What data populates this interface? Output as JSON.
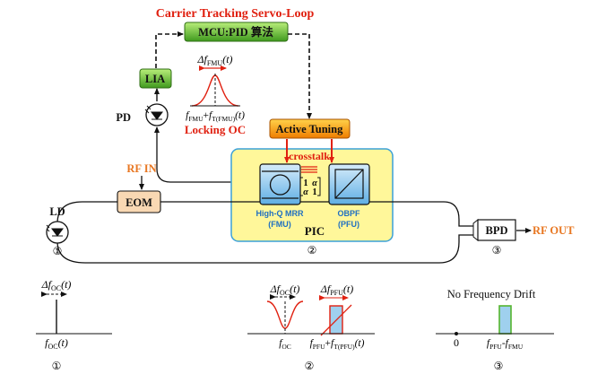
{
  "title": "Carrier Tracking Servo-Loop",
  "blocks": {
    "mcu": "MCU:PID 算法",
    "lia": "LIA",
    "pd": "PD",
    "active_tuning": "Active Tuning",
    "eom": "EOM",
    "ld": "LD",
    "bpd": "BPD",
    "pic": "PIC",
    "mrr_line1": "High-Q MRR",
    "mrr_line2": "(FMU)",
    "obpf_line1": "OBPF",
    "obpf_line2": "(PFU)"
  },
  "labels": {
    "rf_in": "RF IN",
    "rf_out": "RF OUT",
    "crosstalk": "crosstalk",
    "matrix": [
      "1",
      "α",
      "α",
      "1"
    ],
    "locking_oc": "Locking OC",
    "delta_fmu": "Δf_FMU(t)",
    "fmu_axis": "f_FMU + f_T(FMU)(t)",
    "delta_foc_1": "Δf_OC(t)",
    "foc_axis_1": "f_OC(t)",
    "delta_foc_2": "Δf_OC(t)",
    "delta_fpfu": "Δf_PFU(t)",
    "foc_axis_2": "f_OC",
    "fpfu_axis": "f_PFU + f_T(PFU)(t)",
    "no_drift": "No Frequency Drift",
    "zero": "0",
    "fpfu_minus_fmu": "f_PFU - f_FMU"
  },
  "markers": {
    "ld": "①",
    "pic": "②",
    "bpd": "③",
    "panel1": "①",
    "panel2": "②",
    "panel3": "③"
  },
  "colors": {
    "red": "#e02010",
    "orange": "#e87722",
    "green": "#55b52f",
    "pic_fill": "#fff79a",
    "pic_border": "#3aa0d8",
    "blue_text": "#1f6fc1",
    "blue_fill": "#9fd0ee",
    "eom_fill": "#f9d8b3"
  }
}
